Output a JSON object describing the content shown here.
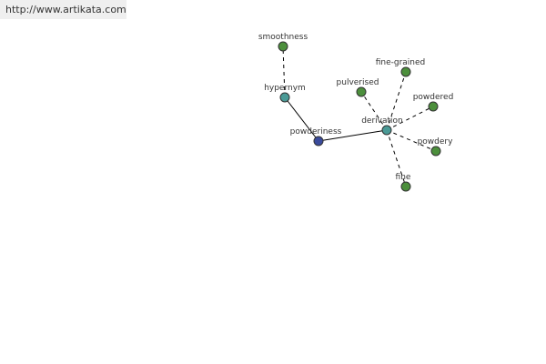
{
  "source_url": "http://www.artikata.com",
  "colors": {
    "center_node": "#3a4b9c",
    "relation_node": "#4a9a96",
    "leaf_node": "#4c8f3c",
    "edge": "#000000",
    "banner_bg": "#efefef"
  },
  "graph": {
    "center": {
      "id": "powderiness",
      "label": "powderiness",
      "kind": "center"
    },
    "relations": [
      {
        "id": "hypernym",
        "label": "hypernym",
        "kind": "relation"
      },
      {
        "id": "derivation",
        "label": "derivation",
        "kind": "relation"
      }
    ],
    "leaves": [
      {
        "id": "smoothness",
        "label": "smoothness",
        "parent": "hypernym"
      },
      {
        "id": "fine-grained",
        "label": "fine-grained",
        "parent": "derivation"
      },
      {
        "id": "pulverised",
        "label": "pulverised",
        "parent": "derivation"
      },
      {
        "id": "powdered",
        "label": "powdered",
        "parent": "derivation"
      },
      {
        "id": "powdery",
        "label": "powdery",
        "parent": "derivation"
      },
      {
        "id": "fine",
        "label": "fine",
        "parent": "derivation"
      }
    ]
  }
}
